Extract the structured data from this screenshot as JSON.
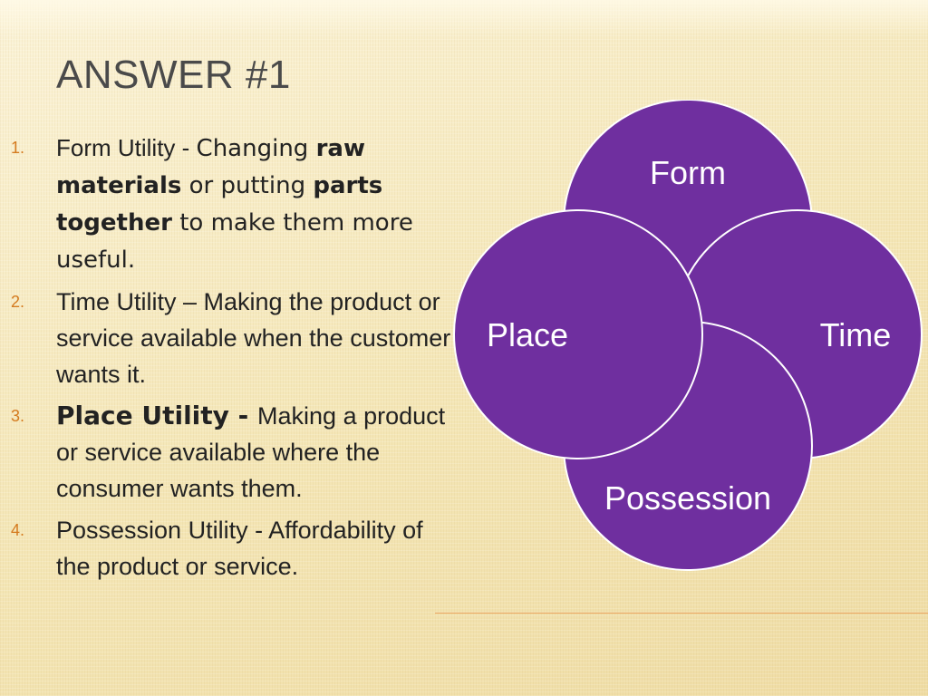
{
  "title": "ANSWER #1",
  "items": [
    {
      "number": "1.",
      "term": "Form Utility - ",
      "desc_parts": [
        "Changing ",
        "raw materials",
        " or putting ",
        "parts together",
        " to make them more useful."
      ]
    },
    {
      "number": "2.",
      "term": "Time Utility",
      "desc_regular": " – Making the product or service available ",
      "desc_bold": "when the customer wants it."
    },
    {
      "number": "3.",
      "term": "Place Utility - ",
      "desc_regular": " Making a product or service available ",
      "desc_bold": "where the consumer wants them."
    },
    {
      "number": "4.",
      "term": "Possession Utility - ",
      "desc_bold": "Affordability of the product or service."
    }
  ],
  "diagram": {
    "circles": [
      {
        "label": "Form",
        "position": "top"
      },
      {
        "label": "Time",
        "position": "right"
      },
      {
        "label": "Possession",
        "position": "bottom"
      },
      {
        "label": "Place",
        "position": "left"
      }
    ],
    "fill_color": "#6f2f9f",
    "stroke_color": "#ffffff"
  }
}
